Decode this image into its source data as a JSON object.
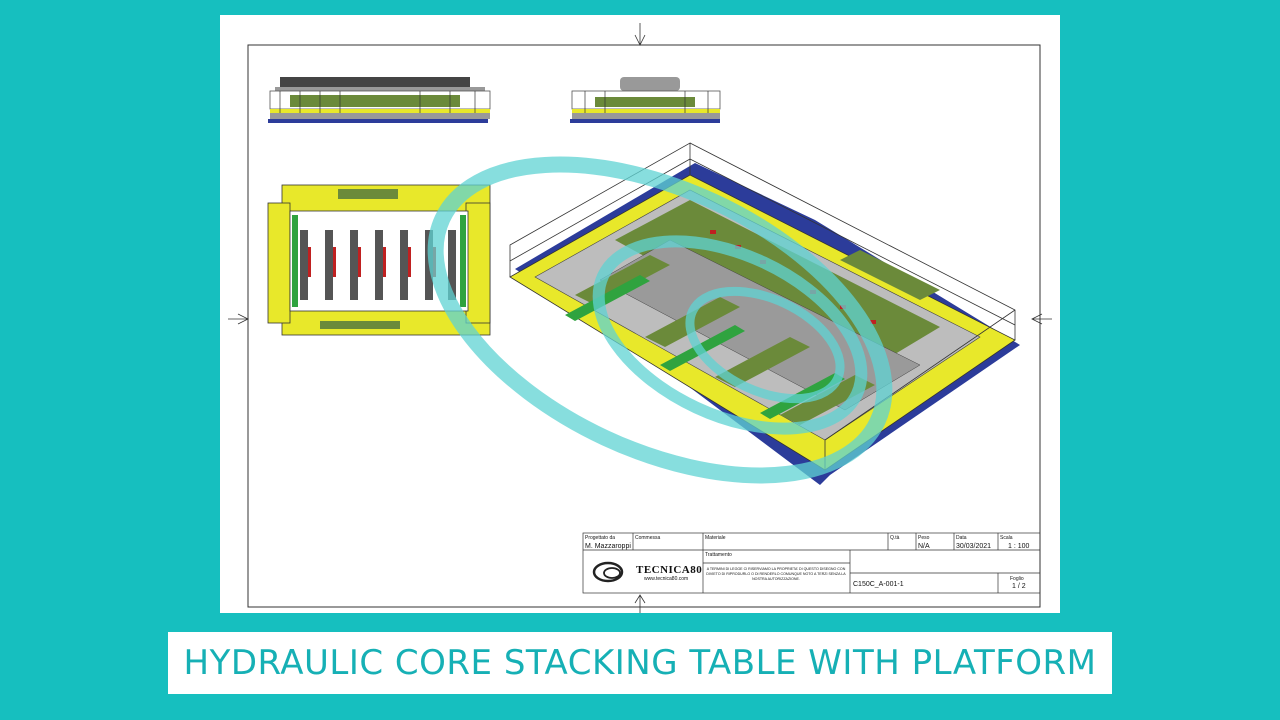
{
  "banner": {
    "title": "HYDRAULIC CORE STACKING TABLE WITH PLATFORM"
  },
  "colors": {
    "background": "#16bfbf",
    "banner_text": "#16b0b5",
    "frame_yellow": "#e8e82a",
    "olive": "#6b8a3a",
    "green": "#2fa33f",
    "blue": "#2c3c9a",
    "watermark": "#5fd3d3"
  },
  "title_block": {
    "designer_label": "Progettato da",
    "designer_value": "M. Mazzaroppi",
    "order_label": "Commessa",
    "material_label": "Materiale",
    "qty_label": "Q.tà",
    "weight_label": "Peso",
    "weight_value": "N/A",
    "date_label": "Data",
    "date_value": "30/03/2021",
    "scale_label": "Scala",
    "scale_value": "1 : 100",
    "treatment_label": "Trattamento",
    "company_name": "TECNICA80",
    "company_site": "www.tecnica80.com",
    "legal_notice": "A TERMINI DI LEGGE CI RISERVIAMO LA PROPRIETA' DI QUESTO DISEGNO CON DIVIETO DI RIPRODURLO O DI RENDERLO COMUNQUE NOTO A TERZI SENZA LA NOSTRA AUTORIZZAZIONE.",
    "drawing_code": "C150C_A-001-1",
    "sheet_label": "Foglio",
    "sheet_value": "1 / 2"
  }
}
